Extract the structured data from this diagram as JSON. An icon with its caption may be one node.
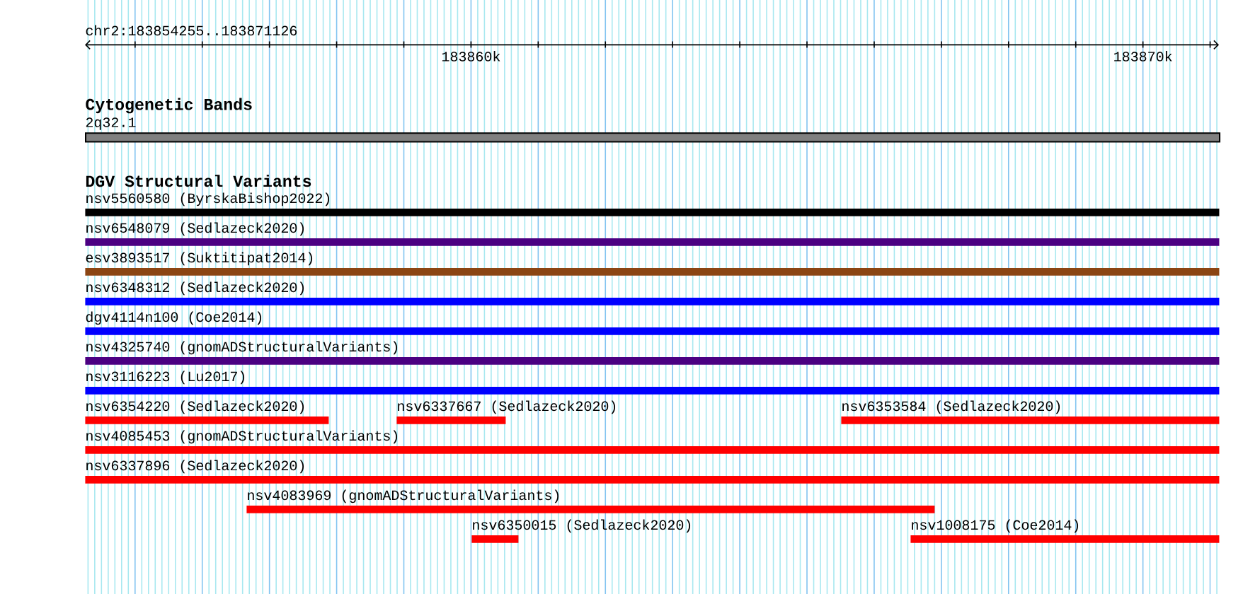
{
  "diagram": {
    "nodes": [
      {
        "text": [
          "2q32.1"
        ]
      },
      {
        "text": [
          "nsv5560580 (ByrskaBishop2022)"
        ]
      },
      {
        "text": [
          "nsv6548079 (Sedlazeck2020)"
        ]
      },
      {
        "text": [
          "esv3893517 (Suktitipat2014)"
        ]
      },
      {
        "text": [
          "nsv6348312 (Sedlazeck2020)"
        ]
      },
      {
        "text": [
          "dgv4114n100 (Coe2014)"
        ]
      },
      {
        "text": [
          "nsv4325740 (gnomADStructuralVariants)"
        ]
      },
      {
        "text": [
          "nsv3116223 (Lu2017)"
        ]
      },
      {
        "text": [
          "nsv6354220 (Sedlazeck2020)"
        ]
      },
      {
        "text": [
          "nsv6337667 (Sedlazeck2020)"
        ]
      },
      {
        "text": [
          "nsv6353584 (Sedlazeck2020)"
        ]
      },
      {
        "text": [
          "nsv4085453 (gnomADStructuralVariants)"
        ]
      },
      {
        "text": [
          "nsv6337896 (Sedlazeck2020)"
        ]
      },
      {
        "text": [
          "nsv4083969 (gnomADStructuralVariants)"
        ]
      },
      {
        "text": [
          "nsv6350015 (Sedlazeck2020)"
        ]
      },
      {
        "text": [
          "nsv1008175 (Coe2014)"
        ]
      }
    ],
    "labels": [
      "chr2:183854255..183871126",
      "183860k",
      "183870k",
      "Cytogenetic Bands",
      "DGV Structural Variants"
    ]
  }
}
